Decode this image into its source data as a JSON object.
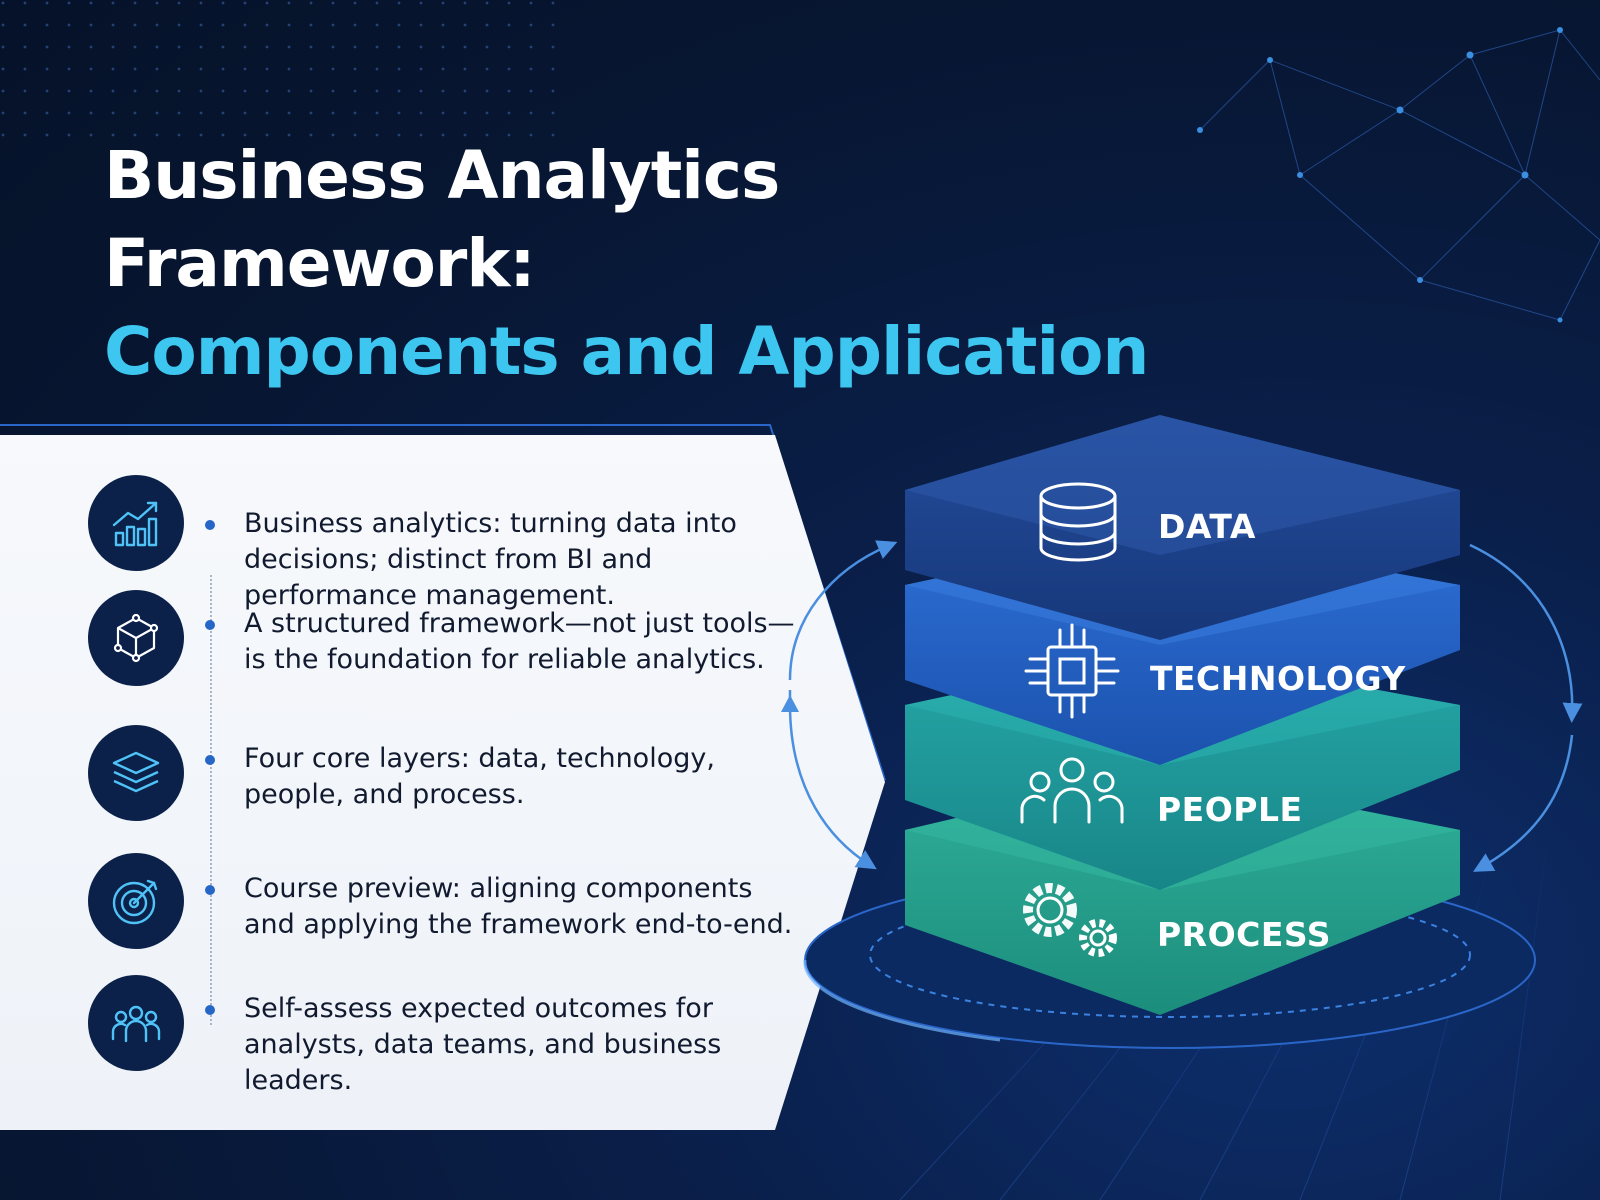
{
  "title": {
    "line1": "Business Analytics",
    "line2": "Framework:",
    "line3": "Components and Application"
  },
  "bullets": [
    {
      "icon": "growth-chart-icon",
      "text": "Business analytics: turning data into decisions; distinct from BI and performance management."
    },
    {
      "icon": "cube-network-icon",
      "text": "A structured framework—not just tools—is the foundation for reliable analytics."
    },
    {
      "icon": "layers-icon",
      "text": "Four core layers: data, technology, people, and process."
    },
    {
      "icon": "target-icon",
      "text": "Course preview: aligning components and applying the framework end-to-end."
    },
    {
      "icon": "people-group-icon",
      "text": "Self-assess expected outcomes for analysts, data teams, and business leaders."
    }
  ],
  "layers": [
    {
      "label": "DATA",
      "icon": "database-icon",
      "color": "#1b3f8a"
    },
    {
      "label": "TECHNOLOGY",
      "icon": "chip-icon",
      "color": "#2260c4"
    },
    {
      "label": "PEOPLE",
      "icon": "people-icon",
      "color": "#1f9a9e"
    },
    {
      "label": "PROCESS",
      "icon": "gears-icon",
      "color": "#25a090"
    }
  ],
  "colors": {
    "background": "#071632",
    "accent": "#3cc6f0",
    "panel": "#f2f5fa",
    "icon_circle": "#0b2149"
  }
}
